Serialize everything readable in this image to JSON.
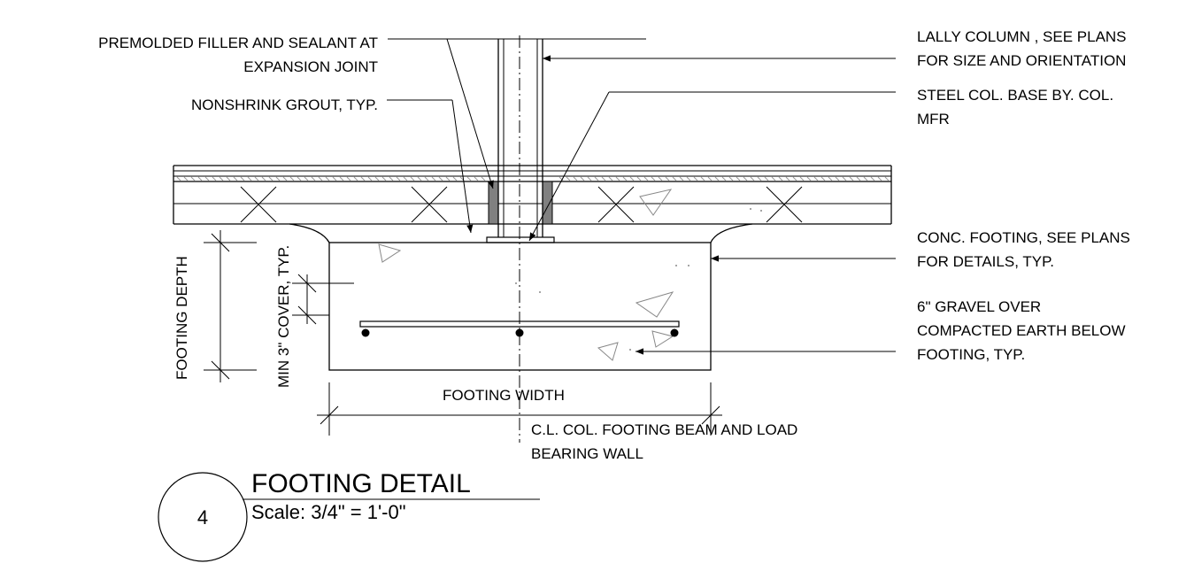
{
  "detail": {
    "number": "4",
    "title": "FOOTING DETAIL",
    "scale": "Scale: 3/4\" = 1'-0\""
  },
  "notes": {
    "premolded_line1": "PREMOLDED FILLER AND SEALANT AT",
    "premolded_line2": "EXPANSION JOINT",
    "grout": "NONSHRINK GROUT, TYP.",
    "lally_line1": "LALLY COLUMN , SEE PLANS",
    "lally_line2": "FOR SIZE AND ORIENTATION",
    "steel_base_line1": "STEEL COL. BASE BY. COL.",
    "steel_base_line2": "MFR",
    "conc_footing_line1": "CONC. FOOTING, SEE PLANS",
    "conc_footing_line2": "FOR DETAILS, TYP.",
    "gravel_line1": "6\" GRAVEL OVER",
    "gravel_line2": "COMPACTED EARTH BELOW",
    "gravel_line3": "FOOTING, TYP.",
    "centerline_line1": "C.L. COL. FOOTING BEAM AND LOAD",
    "centerline_line2": "BEARING WALL"
  },
  "dimensions": {
    "footing_width": "FOOTING WIDTH",
    "footing_depth": "FOOTING DEPTH",
    "min_cover": "MIN 3\" COVER, TYP."
  },
  "colors": {
    "ink": "#000000",
    "filler": "#808080",
    "hatch": "#999999"
  }
}
